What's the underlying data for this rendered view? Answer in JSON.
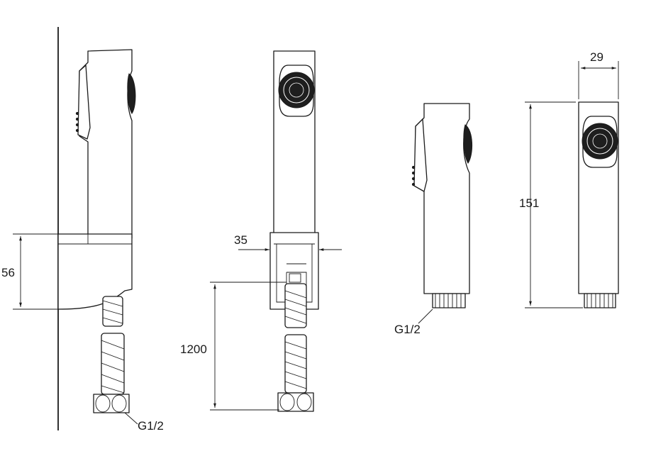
{
  "dimensions": {
    "bracket_height": "56",
    "bracket_width": "35",
    "hose_length": "1200",
    "handset_width": "29",
    "handset_length": "151"
  },
  "threads": {
    "hose_end": "G1/2",
    "handset_end": "G1/2"
  },
  "colors": {
    "line": "#1a1a1a",
    "fill_dark": "#1e1e1e",
    "background": "#ffffff"
  }
}
